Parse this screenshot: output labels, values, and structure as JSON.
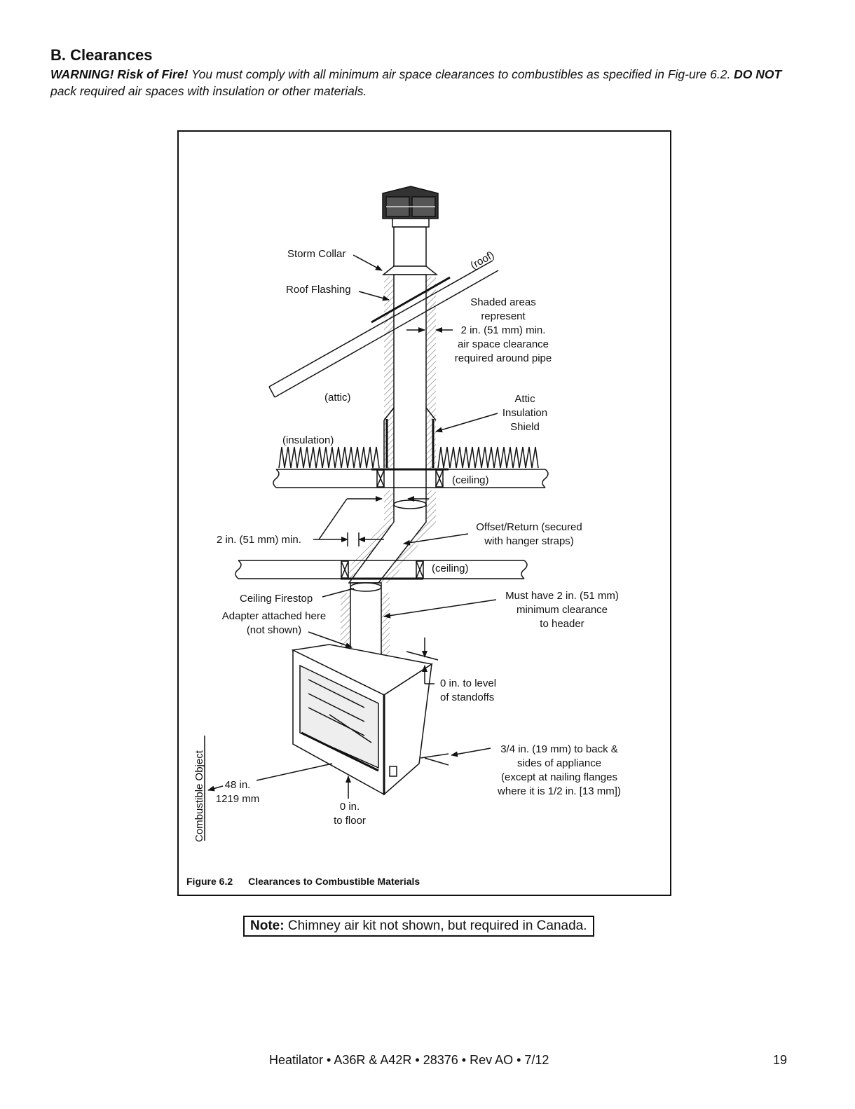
{
  "section": {
    "heading": "B. Clearances",
    "warning_lead": "WARNING! Risk of Fire!",
    "warning_text_1": " You must comply with all minimum air space clearances to combustibles as specified in Fig-ure 6.2. ",
    "warning_bold_2": "DO NOT",
    "warning_text_2": " pack required air spaces with insulation or other materials."
  },
  "figure": {
    "labels": {
      "storm_collar": "Storm Collar",
      "roof_flashing": "Roof Flashing",
      "roof": "(roof)",
      "shaded_1": "Shaded areas",
      "shaded_2": "represent",
      "shaded_3": "2 in. (51 mm) min.",
      "shaded_4": "air space clearance",
      "shaded_5": "required around pipe",
      "attic": "(attic)",
      "shield_1": "Attic",
      "shield_2": "Insulation",
      "shield_3": "Shield",
      "insulation": "(insulation)",
      "ceiling_upper": "(ceiling)",
      "min_2in": "2 in. (51 mm) min.",
      "offset_1": "Offset/Return (secured",
      "offset_2": "with hanger straps)",
      "ceiling_lower": "(ceiling)",
      "firestop": "Ceiling Firestop",
      "adapter_1": "Adapter attached here",
      "adapter_2": "(not shown)",
      "header_1": "Must have 2 in. (51 mm)",
      "header_2": "minimum clearance",
      "header_3": "to header",
      "standoffs_1": "0 in. to level",
      "standoffs_2": "of standoffs",
      "back_1": "3/4 in. (19 mm) to back &",
      "back_2": "sides of appliance",
      "back_3": "(except at nailing flanges",
      "back_4": "where it is 1/2 in. [13 mm])",
      "combustible": "Combustible Object",
      "front_1": "48 in.",
      "front_2": "1219 mm",
      "floor_1": "0 in.",
      "floor_2": "to floor"
    },
    "caption_number": "Figure 6.2",
    "caption_title": "Clearances to Combustible Materials"
  },
  "note": {
    "label": "Note:",
    "text": " Chimney air kit not shown, but required in Canada."
  },
  "footer": {
    "text": "Heatilator • A36R & A42R • 28376 • Rev AO • 7/12",
    "page": "19"
  }
}
